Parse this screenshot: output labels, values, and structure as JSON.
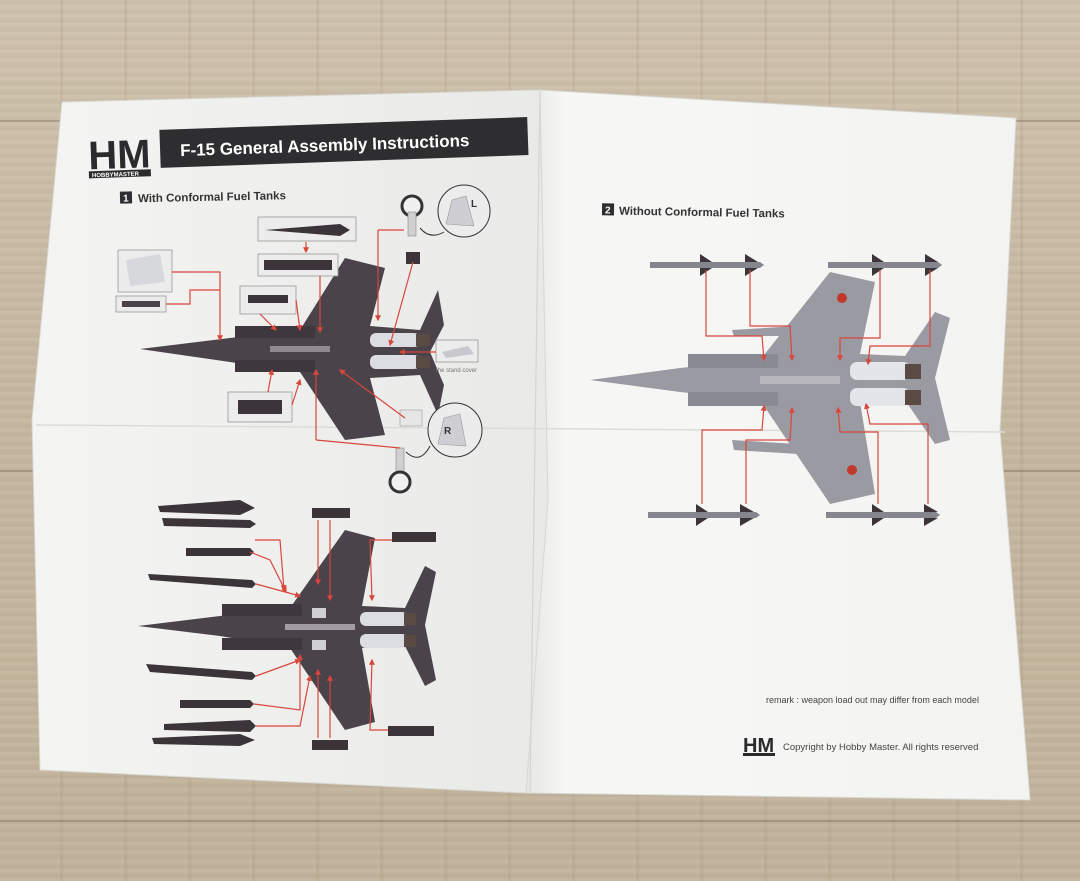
{
  "header": {
    "logo_letters": "HM",
    "logo_sub": "HOBBYMASTER",
    "title": "F-15 General Assembly Instructions"
  },
  "steps": [
    {
      "num": "1",
      "label": "With Conformal Fuel Tanks"
    },
    {
      "num": "2",
      "label": "Without Conformal Fuel Tanks"
    }
  ],
  "callouts": {
    "gear_left": "L",
    "gear_right": "R",
    "stand_cover": "the stand cover"
  },
  "footer": {
    "remark": "remark : weapon load out may differ from each model",
    "logo_letters": "HM",
    "copyright": "Copyright by Hobby Master. All rights reserved"
  },
  "colors": {
    "paper": "#f6f6f4",
    "dark_jet": "#4a434a",
    "grey_jet": "#9a9aa2",
    "arrow": "#d8463c",
    "title_bar": "#2e2e30"
  }
}
